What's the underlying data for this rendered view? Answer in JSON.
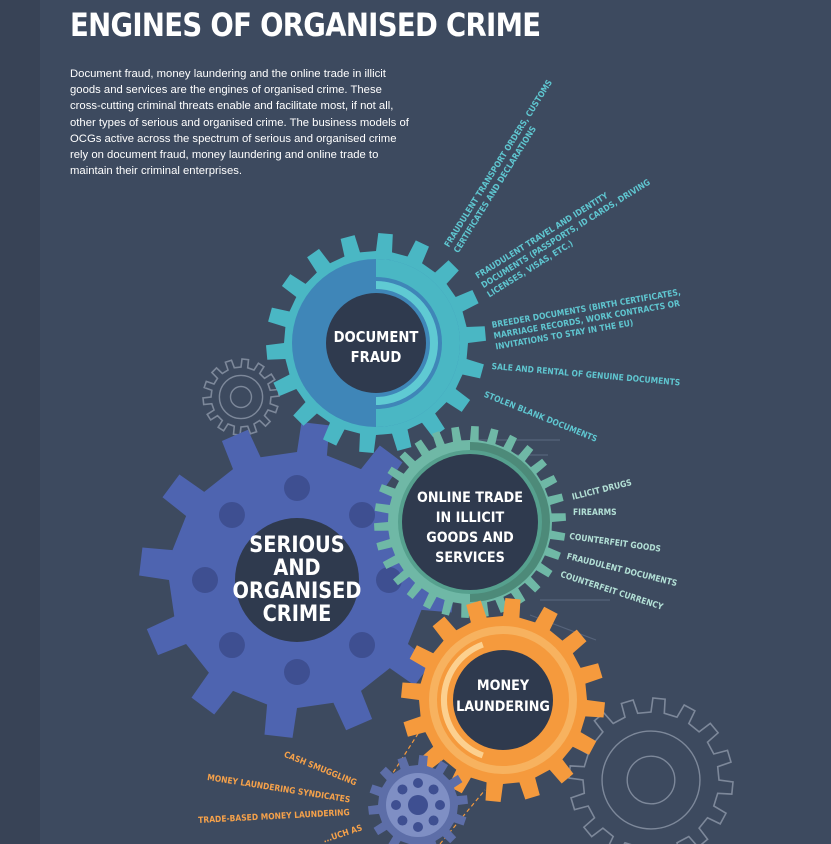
{
  "header": {
    "title": "ENGINES OF ORGANISED CRIME",
    "intro": "Document fraud, money laundering and the online trade in illicit goods and services are the engines of organised crime. These cross-cutting criminal threats enable and facilitate most, if not all, other types of serious and organised crime. The business models of OCGs active across the spectrum of serious and organised crime rely on document fraud, money laundering and online trade to maintain their criminal enterprises."
  },
  "gears": {
    "document_fraud": {
      "lines": [
        "DOCUMENT",
        "FRAUD"
      ],
      "color": "#4ab7c4"
    },
    "serious_organised_crime": {
      "lines": [
        "SERIOUS",
        "AND",
        "ORGANISED",
        "CRIME"
      ],
      "color": "#4e64b0"
    },
    "online_trade": {
      "lines": [
        "ONLINE TRADE",
        "IN ILLICIT",
        "GOODS AND",
        "SERVICES"
      ],
      "color": "#6fb8a6"
    },
    "money_laundering": {
      "lines": [
        "MONEY",
        "LAUNDERING"
      ],
      "color": "#f59a3d"
    }
  },
  "document_fraud_items": [
    "FRAUDULENT TRANSPORT ORDERS, CUSTOMS|CERTIFICATES AND DECLARATIONS",
    "FRAUDULENT TRAVEL AND IDENTITY|DOCUMENTS (PASSPORTS, ID CARDS, DRIVING|LICENSES, VISAS, ETC.)",
    "BREEDER DOCUMENTS (BIRTH CERTIFICATES,|MARRIAGE RECORDS, WORK CONTRACTS OR|INVITATIONS TO STAY IN THE EU)",
    "SALE AND RENTAL OF GENUINE DOCUMENTS",
    "STOLEN BLANK DOCUMENTS"
  ],
  "online_trade_items": [
    "ILLICIT DRUGS",
    "FIREARMS",
    "COUNTERFEIT GOODS",
    "FRAUDULENT DOCUMENTS",
    "COUNTERFEIT CURRENCY"
  ],
  "money_laundering_items": [
    "CASH SMUGGLING",
    "MONEY LAUNDERING SYNDICATES",
    "TRADE-BASED MONEY LAUNDERING",
    "...UCH AS"
  ],
  "colors": {
    "background": "#3d4a5f",
    "teal": "#4ab7c4",
    "blue": "#4e64b0",
    "green": "#6fb8a6",
    "orange": "#f59a3d",
    "dark_hub": "#2f3a4e"
  }
}
